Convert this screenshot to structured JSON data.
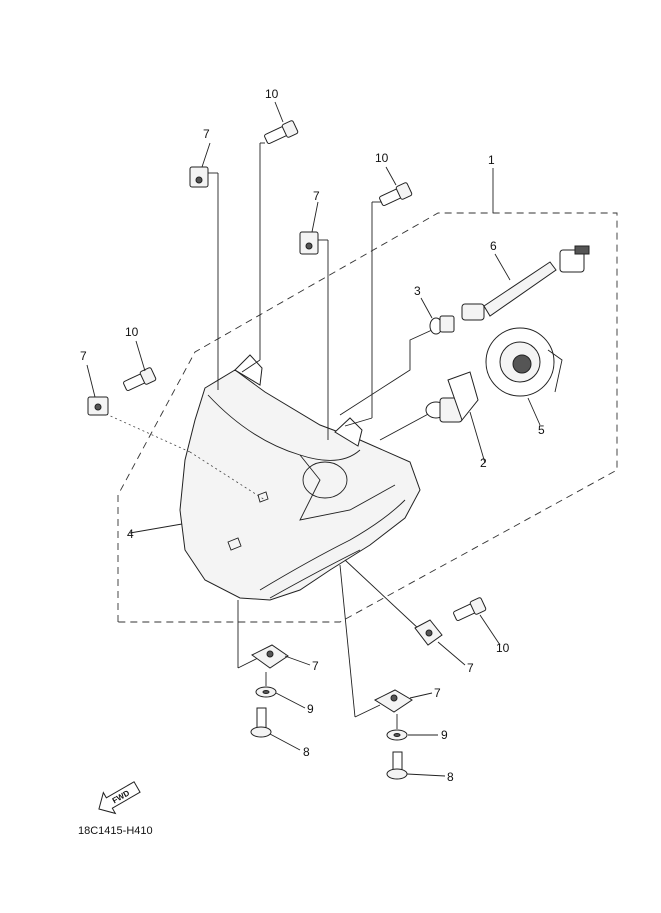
{
  "labels": {
    "part_1": "1",
    "part_2": "2",
    "part_3": "3",
    "part_4": "4",
    "part_5": "5",
    "part_6": "6",
    "part_7": "7",
    "part_8": "8",
    "part_9": "9",
    "part_10": "10"
  },
  "fwd_badge": "FWD",
  "drawing_code": "18C1415-H410"
}
